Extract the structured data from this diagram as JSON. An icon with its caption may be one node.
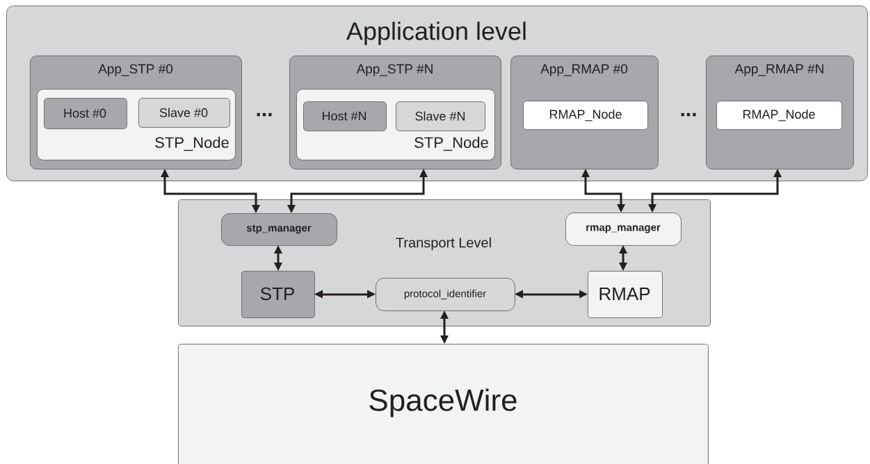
{
  "diagram": {
    "nodes": [
      {
        "text": [
          "Application level"
        ]
      },
      {
        "text": [
          "App_STP #0"
        ],
        "in": 0
      },
      {
        "text": [
          "STP_Node"
        ],
        "in": 1
      },
      {
        "text": [
          "Host #0"
        ],
        "in": 2
      },
      {
        "text": [
          "Slave #0"
        ],
        "in": 2
      },
      {
        "text": [
          "App_STP #N"
        ],
        "in": 0
      },
      {
        "text": [
          "STP_Node"
        ],
        "in": 5
      },
      {
        "text": [
          "Host #N"
        ],
        "in": 6
      },
      {
        "text": [
          "Slave #N"
        ],
        "in": 6
      },
      {
        "text": [
          "App_RMAP #0"
        ],
        "in": 0
      },
      {
        "text": [
          "RMAP_Node"
        ],
        "in": 9
      },
      {
        "text": [
          "App_RMAP #N"
        ],
        "in": 0
      },
      {
        "text": [
          "RMAP_Node"
        ],
        "in": 11
      },
      {
        "text": [
          "Transport Level"
        ]
      },
      {
        "text": [
          "stp_manager"
        ],
        "in": 13
      },
      {
        "text": [
          "rmap_manager"
        ],
        "in": 13
      },
      {
        "text": [
          "STP"
        ],
        "in": 13
      },
      {
        "text": [
          "protocol_identifier"
        ],
        "in": 13
      },
      {
        "text": [
          "RMAP"
        ],
        "in": 13
      },
      {
        "text": [
          "SpaceWire"
        ]
      }
    ],
    "edges": [
      {
        "from": 1,
        "to": 14,
        "arrow": "both"
      },
      {
        "from": 5,
        "to": 14,
        "arrow": "both"
      },
      {
        "from": 9,
        "to": 15,
        "arrow": "both"
      },
      {
        "from": 11,
        "to": 15,
        "arrow": "both"
      },
      {
        "from": 14,
        "to": 16,
        "arrow": "both"
      },
      {
        "from": 16,
        "to": 17,
        "arrow": "both"
      },
      {
        "from": 17,
        "to": 18,
        "arrow": "both"
      },
      {
        "from": 15,
        "to": 18,
        "arrow": "both"
      },
      {
        "from": 17,
        "to": 19,
        "arrow": "both"
      }
    ],
    "labels": [
      "...",
      "..."
    ]
  }
}
